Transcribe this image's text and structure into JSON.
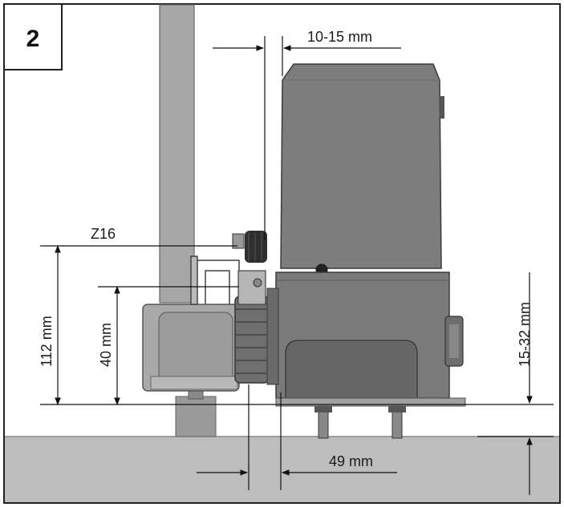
{
  "step_number": "2",
  "labels": {
    "gap_motor_to_rack": "10-15 mm",
    "pinion": "Z16",
    "height_112": "112 mm",
    "height_40": "40 mm",
    "height_15_32": "15-32 mm",
    "offset_49": "49 mm"
  },
  "colors": {
    "motor_body": "#7d7d7d",
    "motor_dark": "#5e5e5e",
    "ground": "#bdbdbd",
    "post": "#a8a8a8",
    "line": "#222222"
  }
}
